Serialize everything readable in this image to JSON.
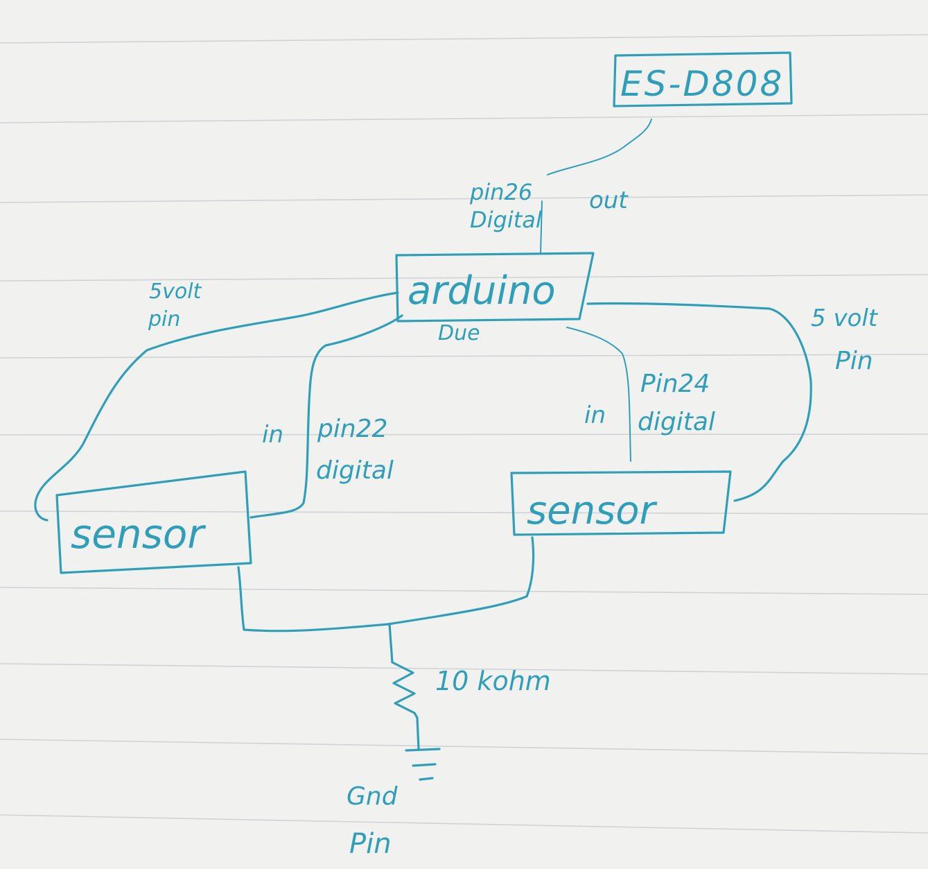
{
  "colors": {
    "ink": "#2f9fb9",
    "paper": "#f1f1ef",
    "rule_line": "#cfd3d6"
  },
  "components": {
    "es_d808": "ES-D808",
    "arduino": "arduino",
    "arduino_model": "Due",
    "sensor_left": "sensor",
    "sensor_right": "sensor"
  },
  "labels": {
    "pin26_line1": "pin26",
    "pin26_line2": "Digital",
    "out": "out",
    "left_5v_line1": "5volt",
    "left_5v_line2": "pin",
    "right_5v_line1": "5 volt",
    "right_5v_line2": "Pin",
    "left_in": "in",
    "pin22_line1": "pin22",
    "pin22_line2": "digital",
    "right_in": "in",
    "pin24_line1": "Pin24",
    "pin24_line2": "digital",
    "resistor": "10 kohm",
    "gnd_line1": "Gnd",
    "gnd_line2": "Pin"
  },
  "icons": {
    "resistor": "resistor-zigzag-icon",
    "ground": "ground-symbol-icon"
  }
}
